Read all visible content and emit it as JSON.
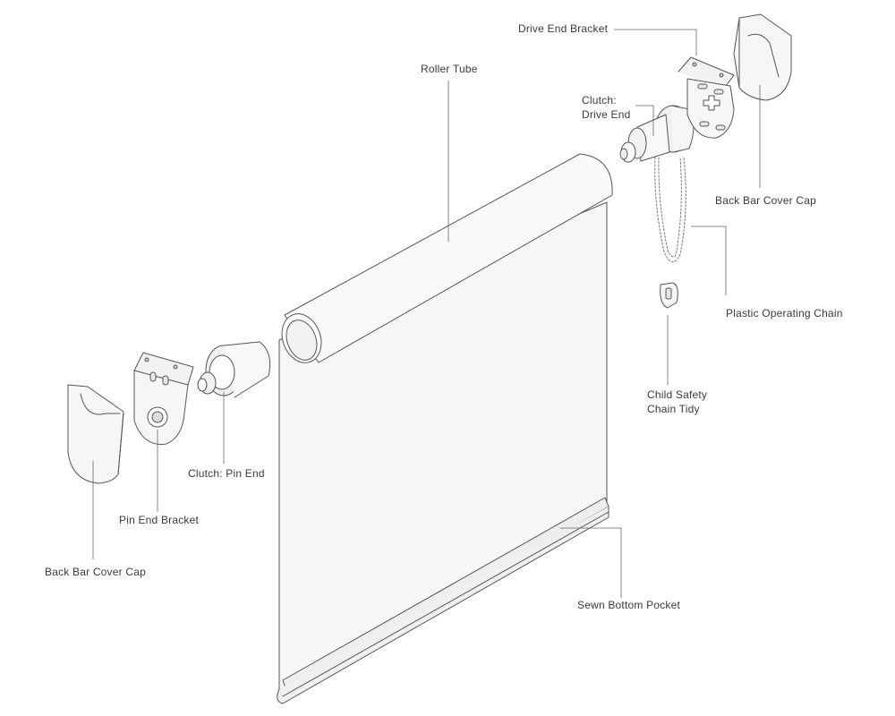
{
  "labels": {
    "drive_end_bracket": "Drive End Bracket",
    "roller_tube": "Roller Tube",
    "clutch_drive_end_line1": "Clutch:",
    "clutch_drive_end_line2": "Drive End",
    "back_bar_cover_cap_right": "Back Bar Cover Cap",
    "plastic_operating_chain": "Plastic Operating Chain",
    "child_safety_line1": "Child Safety",
    "child_safety_line2": "Chain Tidy",
    "clutch_pin_end": "Clutch: Pin End",
    "pin_end_bracket": "Pin End Bracket",
    "back_bar_cover_cap_left": "Back Bar Cover Cap",
    "sewn_bottom_pocket": "Sewn Bottom Pocket"
  },
  "colors": {
    "line": "#555555",
    "part_fill": "#f6f6f6",
    "fabric_fill": "#f7f7f7",
    "label_text": "#3a3a3a"
  }
}
